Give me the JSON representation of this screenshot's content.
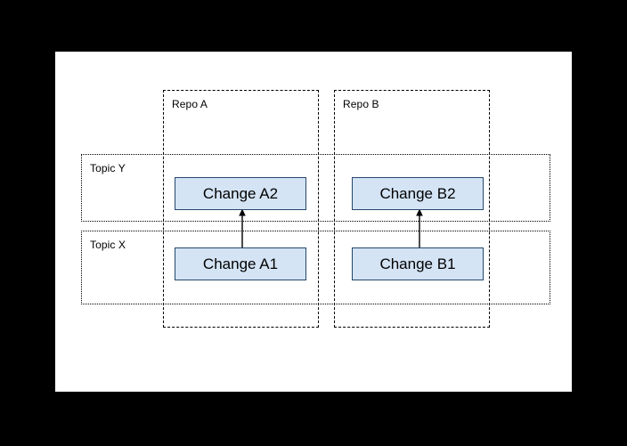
{
  "diagram": {
    "title": "Repo/Topic change relationship diagram",
    "canvas_background": "#ffffff",
    "page_background": "#000000",
    "node_fill": "#d4e4f5",
    "node_border": "#25476b",
    "repos": [
      {
        "id": "repo-a",
        "label": "Repo A",
        "border_style": "dashed"
      },
      {
        "id": "repo-b",
        "label": "Repo B",
        "border_style": "dashed"
      }
    ],
    "topics": [
      {
        "id": "topic-y",
        "label": "Topic Y",
        "border_style": "dotted"
      },
      {
        "id": "topic-x",
        "label": "Topic X",
        "border_style": "dotted"
      }
    ],
    "nodes": [
      {
        "id": "node-a2",
        "label": "Change A2",
        "repo": "Repo A",
        "topic": "Topic Y"
      },
      {
        "id": "node-b2",
        "label": "Change B2",
        "repo": "Repo B",
        "topic": "Topic Y"
      },
      {
        "id": "node-a1",
        "label": "Change A1",
        "repo": "Repo A",
        "topic": "Topic X"
      },
      {
        "id": "node-b1",
        "label": "Change B1",
        "repo": "Repo B",
        "topic": "Topic X"
      }
    ],
    "edges": [
      {
        "id": "arrow-a",
        "from": "Change A1",
        "to": "Change A2",
        "direction": "up",
        "arrowhead": "at-target"
      },
      {
        "id": "arrow-b",
        "from": "Change B1",
        "to": "Change B2",
        "direction": "up",
        "arrowhead": "at-target"
      }
    ]
  }
}
